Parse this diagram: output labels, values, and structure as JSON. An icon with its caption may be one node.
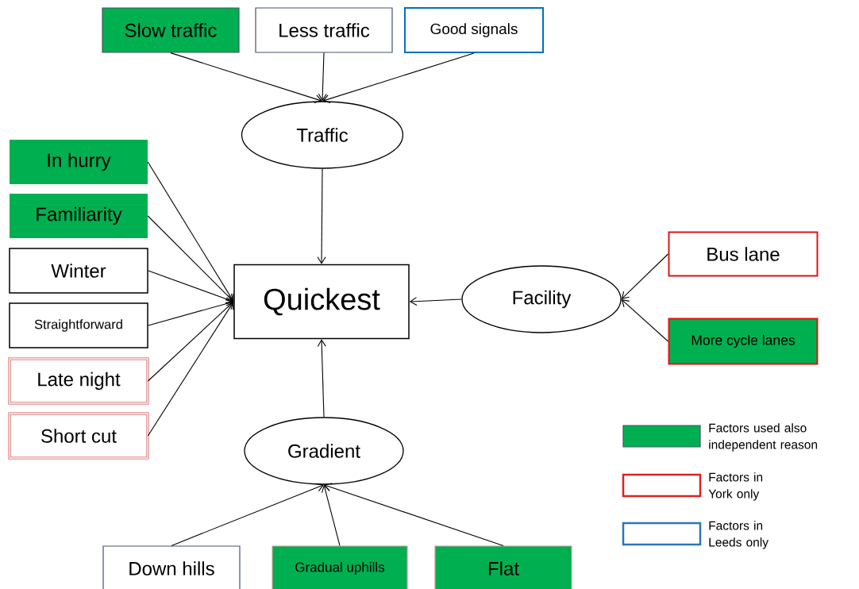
{
  "diagram": {
    "nodes": [
      {
        "text": [
          "Slow traffic"
        ]
      },
      {
        "text": [
          "Less traffic"
        ]
      },
      {
        "text": [
          "Good signals"
        ]
      },
      {
        "text": [
          "Traffic"
        ]
      },
      {
        "text": [
          "In hurry"
        ]
      },
      {
        "text": [
          "Familiarity"
        ]
      },
      {
        "text": [
          "Winter"
        ]
      },
      {
        "text": [
          "Straightforward"
        ]
      },
      {
        "text": [
          "Quickest"
        ]
      },
      {
        "text": [
          "Bus lane"
        ]
      },
      {
        "text": [
          "Facility"
        ]
      },
      {
        "text": [
          "Late night"
        ]
      },
      {
        "text": [
          "More cycle lanes"
        ]
      },
      {
        "text": [
          "Short cut"
        ]
      },
      {
        "text": [
          "Gradient"
        ]
      },
      {
        "text": [
          "Down hills"
        ]
      },
      {
        "text": [
          "Gradual uphills"
        ]
      },
      {
        "text": [
          "Flat"
        ]
      }
    ],
    "edges": [
      {
        "from": 0,
        "to": 3,
        "arrow": "to"
      },
      {
        "from": 1,
        "to": 3,
        "arrow": "to"
      },
      {
        "from": 2,
        "to": 3,
        "arrow": "to"
      },
      {
        "from": 3,
        "to": 8,
        "arrow": "to"
      },
      {
        "from": 4,
        "to": 8,
        "arrow": "to"
      },
      {
        "from": 5,
        "to": 8,
        "arrow": "to"
      },
      {
        "from": 6,
        "to": 8,
        "arrow": "to"
      },
      {
        "from": 7,
        "to": 8,
        "arrow": "to"
      },
      {
        "from": 11,
        "to": 8,
        "arrow": "to"
      },
      {
        "from": 13,
        "to": 8,
        "arrow": "to"
      },
      {
        "from": 9,
        "to": 10,
        "arrow": "to"
      },
      {
        "from": 12,
        "to": 10,
        "arrow": "to"
      },
      {
        "from": 10,
        "to": 8,
        "arrow": "to"
      },
      {
        "from": 14,
        "to": 8,
        "arrow": "to"
      },
      {
        "from": 15,
        "to": 14,
        "arrow": "to"
      },
      {
        "from": 16,
        "to": 14,
        "arrow": "to"
      },
      {
        "from": 17,
        "to": 14,
        "arrow": "to"
      }
    ],
    "legend": [
      {
        "text": "Factors used also independent reason",
        "color": "#00b050"
      },
      {
        "text": "Factors in York only",
        "color": "#e02020"
      },
      {
        "text": "Factors in Leeds only",
        "color": "#2e75b6"
      }
    ]
  }
}
